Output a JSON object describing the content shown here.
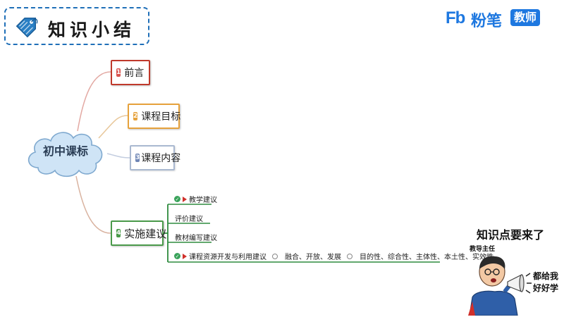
{
  "header": {
    "title": "知识小结",
    "brand_logo": "Fb",
    "brand_name": "粉笔",
    "brand_badge": "教师"
  },
  "mindmap": {
    "center": "初中课标",
    "branches": [
      {
        "number": "1",
        "label": "前言",
        "color": "#c0392b"
      },
      {
        "number": "2",
        "label": "课程目标",
        "color": "#e6a23c"
      },
      {
        "number": "3",
        "label": "课程内容",
        "color": "#6f86b5"
      },
      {
        "number": "4",
        "label": "实施建议",
        "color": "#4a9a4a"
      }
    ],
    "sub_items": [
      {
        "label": "教学建议"
      },
      {
        "label": "评价建议"
      },
      {
        "label": "教材编写建议"
      },
      {
        "label": "课程资源开发与利用建议",
        "note_1": "融合、开放、发展",
        "note_2": "目的性、综合性、主体性、本土性、实效性"
      }
    ]
  },
  "cartoon": {
    "title": "知识点要来了",
    "role": "教导主任",
    "speech_line_1": "都给我",
    "speech_line_2": "好好学"
  },
  "colors": {
    "accent_blue": "#1e78e0",
    "title_border": "#1f6fb8",
    "connector": "#e3a9a3",
    "sub_line": "#2e8b3e"
  },
  "icons": [
    "price-tag-icon",
    "person-icon",
    "check-icon",
    "flag-icon",
    "ring-icon",
    "cloud-shape"
  ]
}
